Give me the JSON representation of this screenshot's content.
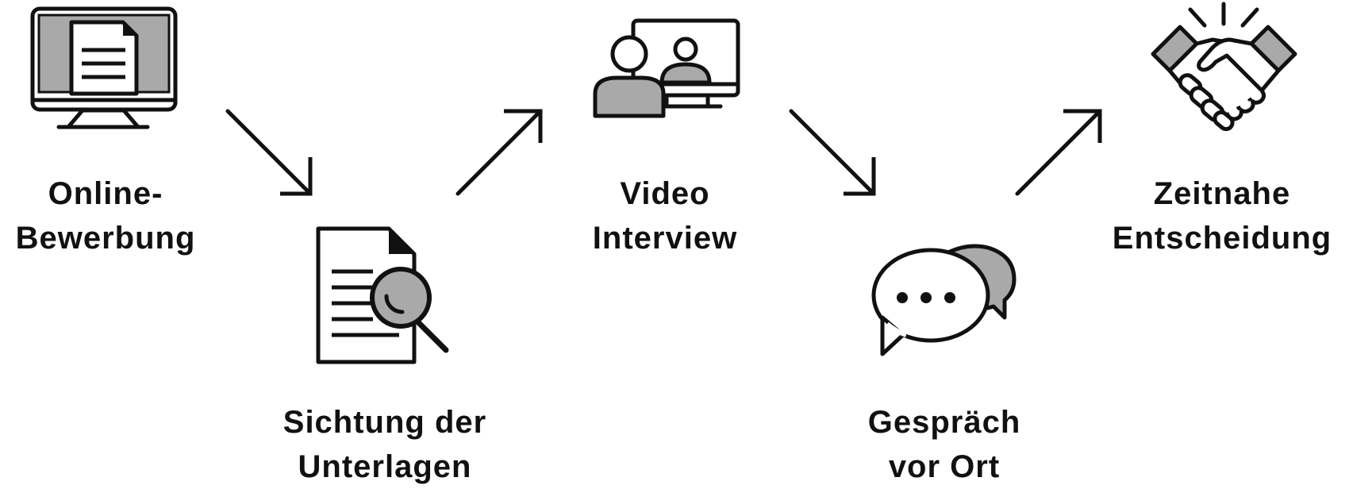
{
  "colors": {
    "stroke": "#111111",
    "fill_gray": "#a9a9a9",
    "background": "#ffffff"
  },
  "steps": [
    {
      "icon": "computer-document-icon",
      "label_line1": "Online-",
      "label_line2": "Bewerbung"
    },
    {
      "icon": "document-search-icon",
      "label_line1": "Sichtung der",
      "label_line2": "Unterlagen"
    },
    {
      "icon": "video-call-icon",
      "label_line1": "Video",
      "label_line2": "Interview"
    },
    {
      "icon": "chat-bubbles-icon",
      "label_line1": "Gespräch",
      "label_line2": "vor Ort"
    },
    {
      "icon": "handshake-icon",
      "label_line1": "Zeitnahe",
      "label_line2": "Entscheidung"
    }
  ],
  "arrows": [
    "down-right",
    "up-right",
    "down-right",
    "up-right"
  ]
}
